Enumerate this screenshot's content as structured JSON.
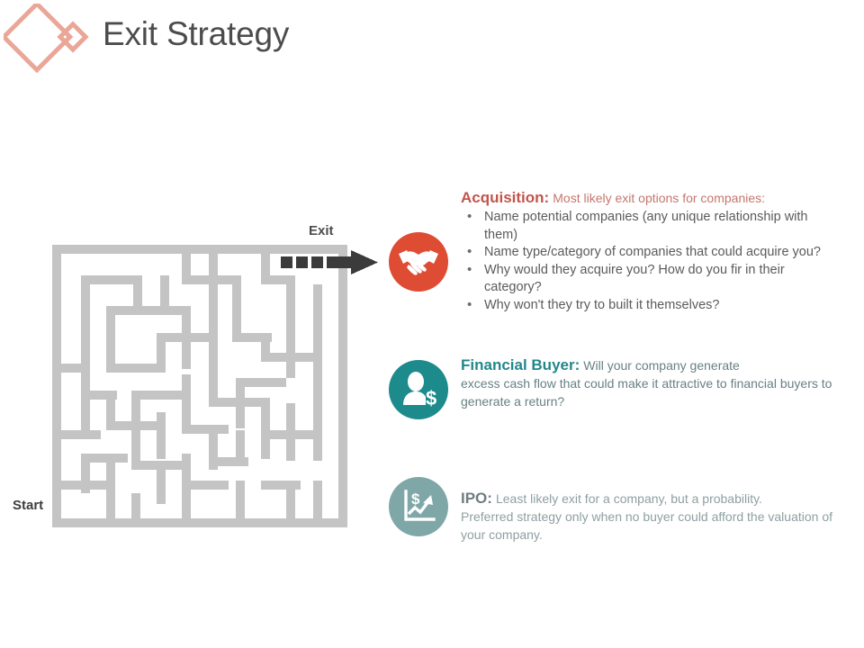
{
  "header": {
    "title": "Exit Strategy",
    "logo_icon": "double-diamond-icon",
    "logo_color": "#eaa697"
  },
  "diagram": {
    "maze_icon": "maze-icon",
    "maze_color": "#c4c4c4",
    "start_label": "Start",
    "exit_label": "Exit",
    "arrow_icon": "dashed-right-arrow-icon",
    "arrow_color": "#3b3b3b"
  },
  "items": [
    {
      "id": "acquisition",
      "icon": "handshake-icon",
      "icon_bg": "#de4c33",
      "heading": "Acquisition:",
      "heading_color": "#c1554b",
      "lead": "Most likely exit options for companies:",
      "bullets": [
        "Name potential companies (any unique relationship with them)",
        "Name type/category of companies that could acquire you?",
        "Why would they acquire you? How do you fir in their category?",
        "Why won't they try to built it themselves?"
      ]
    },
    {
      "id": "financial-buyer",
      "icon": "person-dollar-icon",
      "icon_bg": "#1d8a8c",
      "heading": "Financial Buyer:",
      "heading_color": "#21878b",
      "lead": "Will your company generate",
      "body": "excess cash flow that could make it attractive to financial buyers to generate a return?"
    },
    {
      "id": "ipo",
      "icon": "growth-chart-dollar-icon",
      "icon_bg": "#7fa7a8",
      "heading": "IPO:",
      "heading_color": "#6f7d80",
      "lead": "Least likely exit for a company, but a probability.",
      "body": "Preferred strategy only when no buyer could afford the valuation of your company."
    }
  ]
}
